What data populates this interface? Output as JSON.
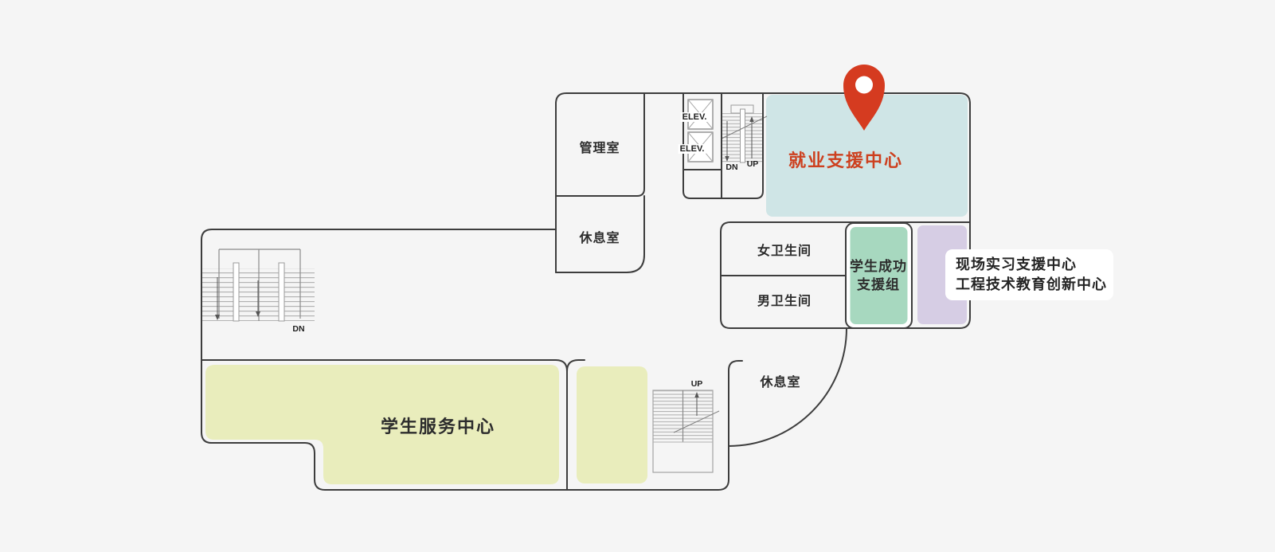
{
  "title": "floor-plan",
  "colors": {
    "background": "#f5f5f5",
    "wall": "#3d3d3d",
    "highlight_blue": "#cfe5e6",
    "highlight_green": "#a7d8bf",
    "highlight_purple": "#d6cde4",
    "highlight_yellow": "#e9edbc",
    "marker_red": "#d53b20",
    "accent_text_red": "#cd401f"
  },
  "labels": {
    "management": "管理室",
    "rest_top": "休息室",
    "employment_center": "就业支援中心",
    "womens_restroom": "女卫生间",
    "mens_restroom": "男卫生间",
    "student_success_line1": "学生成功",
    "student_success_line2": "支援组",
    "annex_line1": "现场实习支援中心",
    "annex_line2": "工程技术教育创新中心",
    "student_services": "学生服务中心",
    "rest_bottom": "休息室"
  },
  "elevators": {
    "labels": [
      "ELEV.",
      "ELEV."
    ]
  },
  "stairs": {
    "left_dn": "DN",
    "top_dn": "DN",
    "top_up": "UP",
    "bottom_up": "UP"
  }
}
